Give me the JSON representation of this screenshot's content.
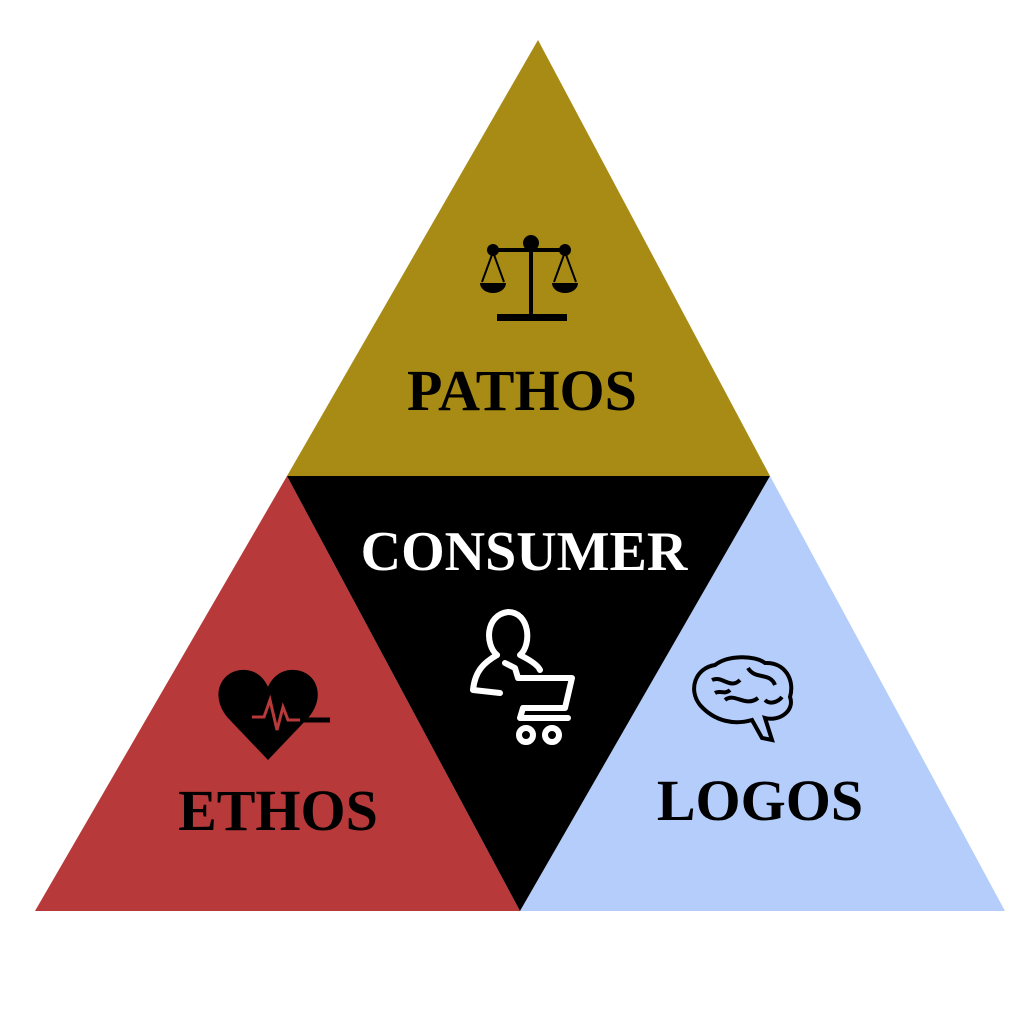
{
  "sections": {
    "top": {
      "label": "PATHOS",
      "icon": "scales-icon",
      "color": "#A88B14"
    },
    "center": {
      "label": "CONSUMER",
      "icon": "shopper-cart-icon",
      "color": "#000000"
    },
    "left": {
      "label": "ETHOS",
      "icon": "heartbeat-icon",
      "color": "#B8393A"
    },
    "right": {
      "label": "LOGOS",
      "icon": "brain-icon",
      "color": "#B5CDFB"
    }
  }
}
